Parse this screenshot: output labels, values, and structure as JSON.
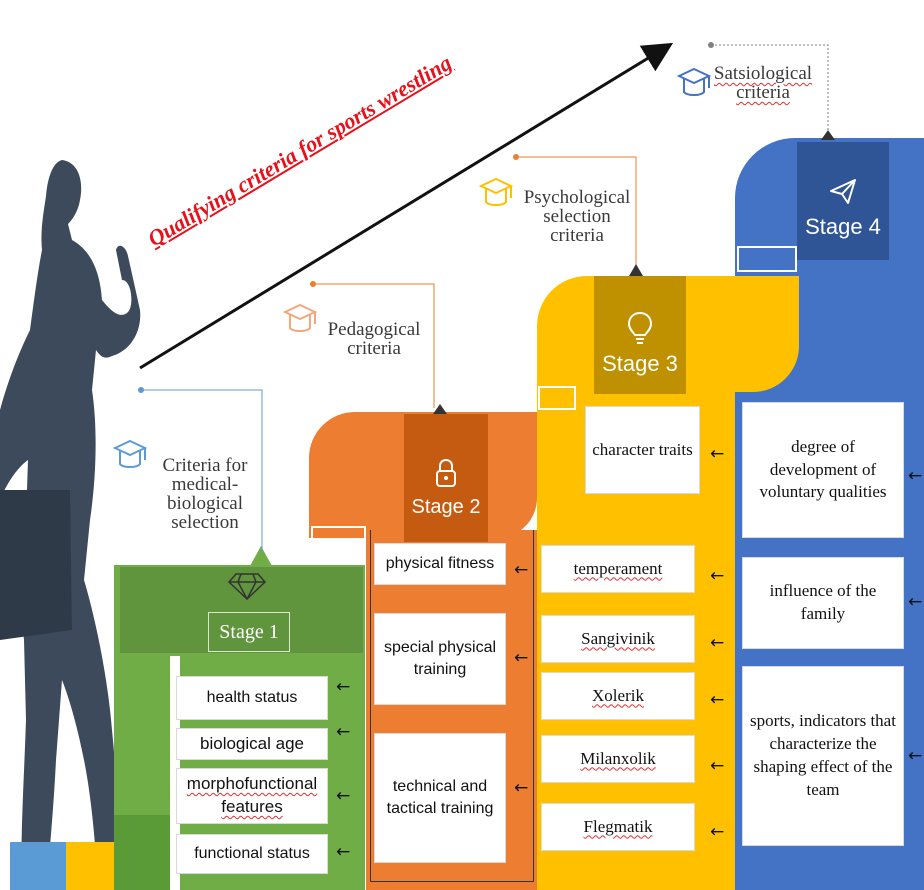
{
  "title": "Qualifying criteria for sports wrestling",
  "colors": {
    "stage1": "#70ad47",
    "stage2": "#ed7d31",
    "stage3": "#ffc000",
    "stage4": "#4472c4",
    "title_red": "#e8101a"
  },
  "criteria": {
    "stage1": "Criteria for medical-biological selection",
    "stage2": "Pedagogical criteria",
    "stage3": "Psychological selection criteria",
    "stage4": "Satsiological criteria"
  },
  "stages": {
    "stage1": {
      "label": "Stage 1",
      "icon": "diamond-icon",
      "items": [
        "health status",
        "biological age",
        "morphofunctional features",
        "functional status"
      ]
    },
    "stage2": {
      "label": "Stage 2",
      "icon": "lock-icon",
      "items": [
        "physical fitness",
        "special physical training",
        "technical and tactical training"
      ]
    },
    "stage3": {
      "label": "Stage 3",
      "icon": "lightbulb-icon",
      "items": [
        "character traits",
        "temperament",
        "Sangivinik",
        "Xolerik",
        "Milanxolik",
        "Flegmatik"
      ]
    },
    "stage4": {
      "label": "Stage 4",
      "icon": "paper-plane-icon",
      "items": [
        "degree of development of voluntary qualities",
        "influence of the family",
        "sports, indicators that characterize the shaping effect of the team"
      ]
    }
  },
  "arrow_glyph": "←"
}
